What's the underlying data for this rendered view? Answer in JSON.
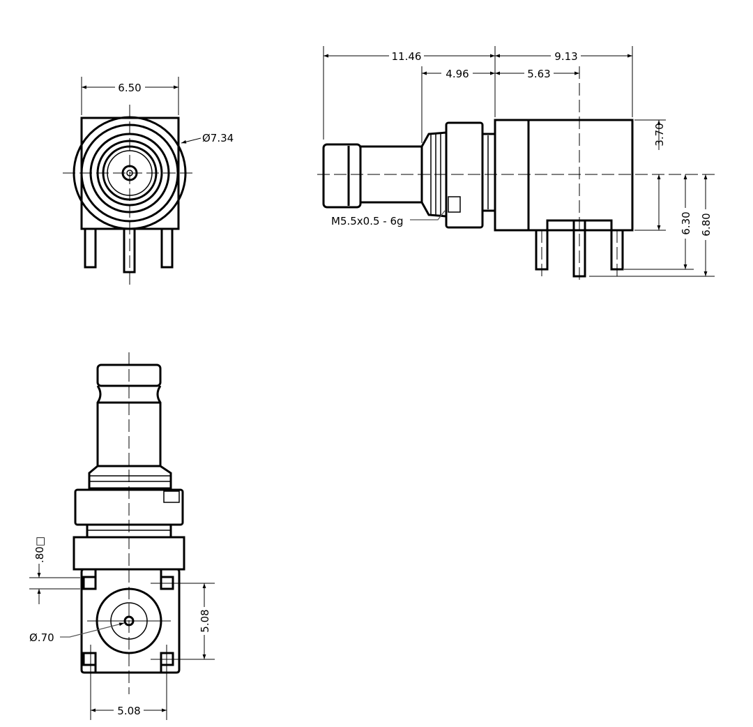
{
  "front_view": {
    "width_dim": "6.50",
    "diameter_dim": "Ø7.34"
  },
  "side_view": {
    "overall_length_dim": "11.46",
    "body_length_dim": "9.13",
    "thread_to_body_dim": "4.96",
    "body_to_pin_dim": "5.63",
    "top_height_dim": "3.70",
    "pin_height_dim": "6.30",
    "center_pin_height_dim": "6.80",
    "thread_callout": "M5.5x0.5 - 6g"
  },
  "bottom_view": {
    "pin_square_dim": ".80□",
    "hole_diameter_dim": "Ø.70",
    "pin_spacing_vertical_dim": "5.08",
    "pin_spacing_horizontal_dim": "5.08"
  }
}
